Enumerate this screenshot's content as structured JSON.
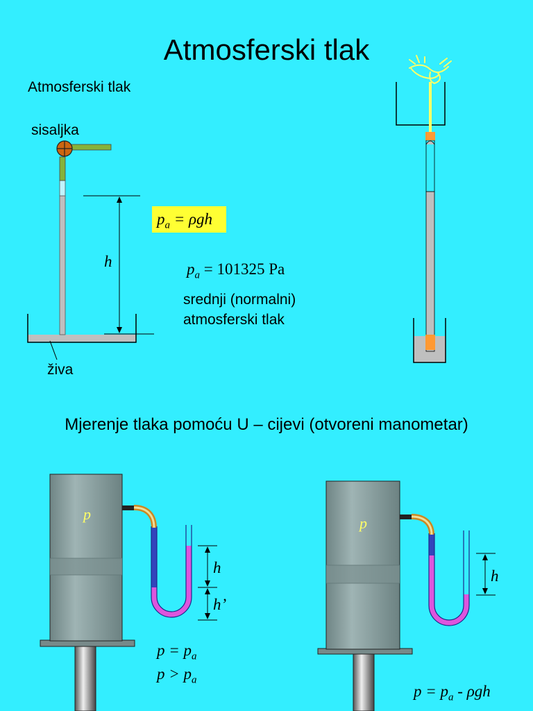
{
  "colors": {
    "background": "#33eeff",
    "highlight": "#ffff33",
    "mercury": "#bfbfbf",
    "tube_green": "#86b23a",
    "pump": "#cc6611",
    "manometer_liquid": "#dd55dd",
    "manometer_air": "#3344bb",
    "tank": "#8fa4a4",
    "hose": "#cc8822",
    "stopper": "#ff9933",
    "string": "#ffff66",
    "label_light": "#ffff66"
  },
  "title": "Atmosferski tlak",
  "subtitle": "Atmosferski tlak",
  "labels": {
    "pump": "sisaljka",
    "mercury": "živa",
    "height": "h",
    "normal_pressure": "srednji (normalni)",
    "normal_pressure_2": "atmosferski tlak"
  },
  "equations": {
    "pa_lhs": "p",
    "pa_sub": "a",
    "pa_rhs": " = ρgh",
    "value_lhs": "p",
    "value_sub": "a",
    "value_rhs": " = 101325 Pa"
  },
  "section_title": {
    "part1": "Mjerenje tlaka pomoću U – ",
    "part2": "cijevi (otvoreni manometar)"
  },
  "manometer_left": {
    "tank_label": "p",
    "h": "h",
    "h_prime": "h’",
    "eq1_lhs": "p = p",
    "eq1_sub": "a",
    "eq2_lhs": "p > p",
    "eq2_sub": "a"
  },
  "manometer_right": {
    "tank_label": "p",
    "h": "h",
    "eq_lhs": "p = p",
    "eq_sub": "a",
    "eq_rhs": " - ρgh"
  },
  "icons": [
    "hand-icon",
    "pump-valve-icon"
  ]
}
